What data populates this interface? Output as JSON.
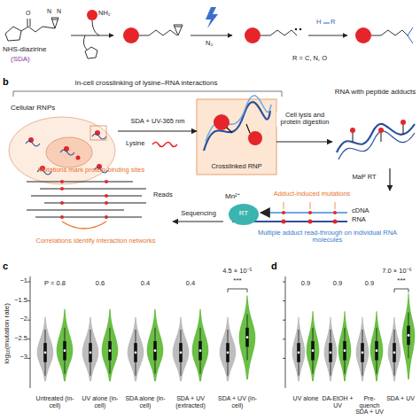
{
  "diagram": {
    "nodes": [
      {
        "text": [
          "Cellular RNPs"
        ]
      },
      {
        "text": [
          "Crosslinked RNP"
        ]
      },
      {
        "text": [
          "RNA with peptide adducts"
        ]
      },
      {
        "text": [
          "Adduct-induced mutations",
          "Mn²⁺",
          "RT",
          "cDNA",
          "RNA",
          "Multiple adduct read-through on individual RNA molecules"
        ]
      },
      {
        "text": [
          "Mutations mark protein-binding sites",
          "Reads",
          "Correlations identify interaction networks"
        ]
      }
    ],
    "edges": [
      {
        "from": 0,
        "to": 1,
        "arrow": "to",
        "label": "SDA + UV-365 nm"
      },
      {
        "from": 1,
        "to": 2,
        "arrow": "to",
        "label": "Cell lysis and protein digestion"
      },
      {
        "from": 2,
        "to": 3,
        "arrow": "to",
        "label": "MaP RT"
      },
      {
        "from": 3,
        "to": 4,
        "arrow": "to",
        "label": "Sequencing"
      }
    ],
    "labels": [
      "NHS-diazirine",
      "(SDA)",
      "NH₂",
      "N₂",
      "H",
      "R",
      "R = C, N, O",
      "O",
      "N",
      "N",
      "b",
      "In-cell crosslinking of lysine–RNA interactions",
      "Lysine",
      "c",
      "d",
      "log₁₀(mutation rate)",
      "−1",
      "−1.5",
      "−2",
      "−2.5",
      "−3",
      "P = 0.8",
      "0.6",
      "0.4",
      "0.4",
      "4.5 × 10⁻⁵",
      "***",
      "Untreated (in-cell)",
      "UV alone (in-cell)",
      "SDA alone (in-cell)",
      "SDA + UV (extracted)",
      "SDA + UV (in-cell)",
      "0.9",
      "0.9",
      "0.9",
      "7.0 × 10⁻⁶",
      "***",
      "UV alone",
      "DA-EtOH + UV",
      "Pre-quench SDA + UV",
      "SDA + UV"
    ]
  }
}
